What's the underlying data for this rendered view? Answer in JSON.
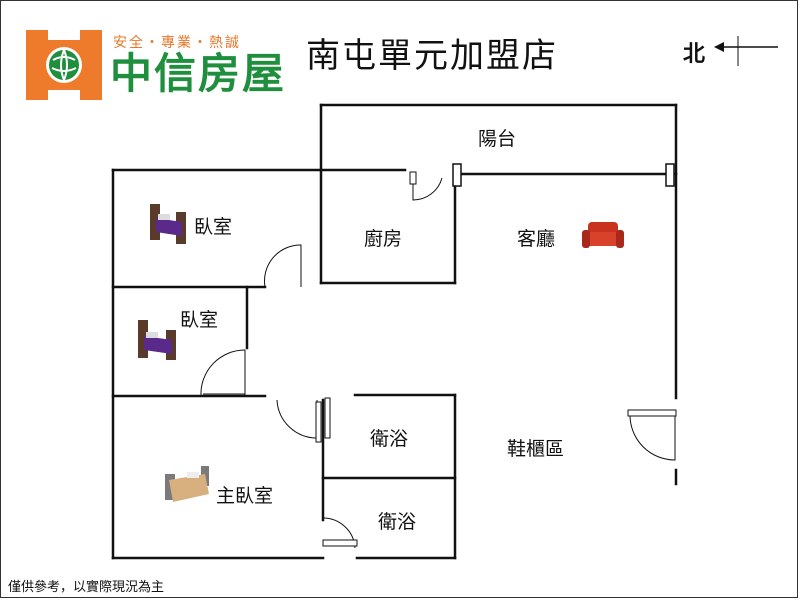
{
  "header": {
    "tagline": "安全・專業・熱誠",
    "brand": "中信房屋",
    "title": "南屯單元加盟店",
    "north_label": "北"
  },
  "rooms": {
    "balcony": "陽台",
    "kitchen": "廚房",
    "living": "客廳",
    "bedroom_1": "臥室",
    "bedroom_2": "臥室",
    "master_bedroom": "主臥室",
    "bathroom_1": "衛浴",
    "bathroom_2": "衛浴",
    "shoe_cabinet": "鞋櫃區"
  },
  "footer": {
    "disclaimer": "僅供參考，以實際現況為主"
  },
  "colors": {
    "logo_orange": "#ee7b2c",
    "logo_green": "#1f8e3d",
    "sofa_red": "#c8321e",
    "bed_purple": "#5a2a8a"
  },
  "icons": {
    "logo": "hand-globe-logo-icon",
    "north": "north-arrow-icon",
    "bed": "bed-icon",
    "sofa": "sofa-icon"
  }
}
